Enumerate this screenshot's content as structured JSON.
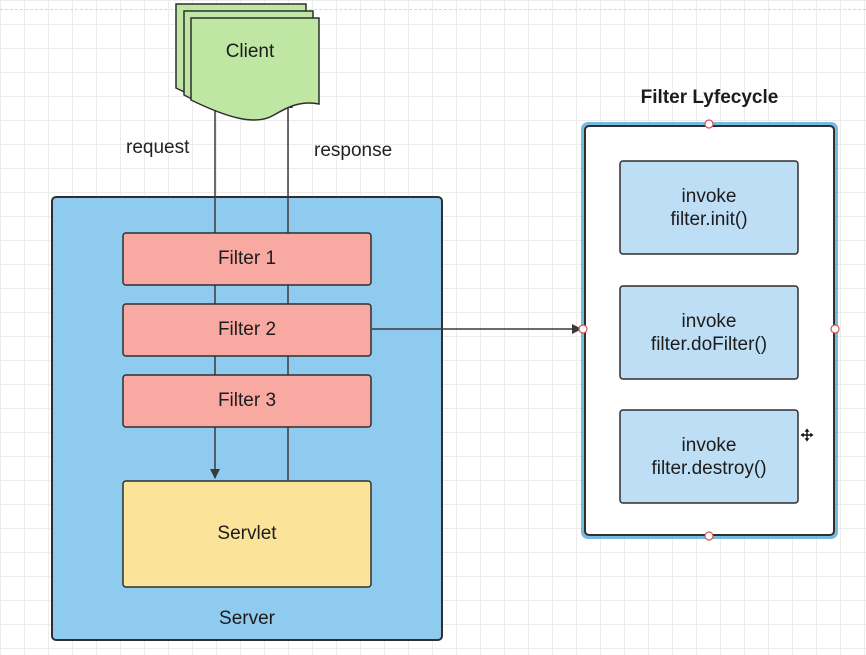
{
  "client": {
    "label": "Client"
  },
  "edges": {
    "request": "request",
    "response": "response"
  },
  "server": {
    "label": "Server",
    "filters": [
      "Filter 1",
      "Filter 2",
      "Filter 3"
    ],
    "servlet": "Servlet"
  },
  "lifecycle": {
    "title": "Filter Lyfecycle",
    "steps": [
      {
        "line1": "invoke",
        "line2": "filter.init()"
      },
      {
        "line1": "invoke",
        "line2": "filter.doFilter()"
      },
      {
        "line1": "invoke",
        "line2": "filter.destroy()"
      }
    ]
  },
  "colors": {
    "server_fill": "#8fcaef",
    "filter_fill": "#f8aaa2",
    "servlet_fill": "#fbe49a",
    "client_fill": "#bfe6a3",
    "step_fill": "#bedef5",
    "selection_accent": "#4aa3d6"
  },
  "icons": {
    "cursor": "move-cursor-icon"
  }
}
